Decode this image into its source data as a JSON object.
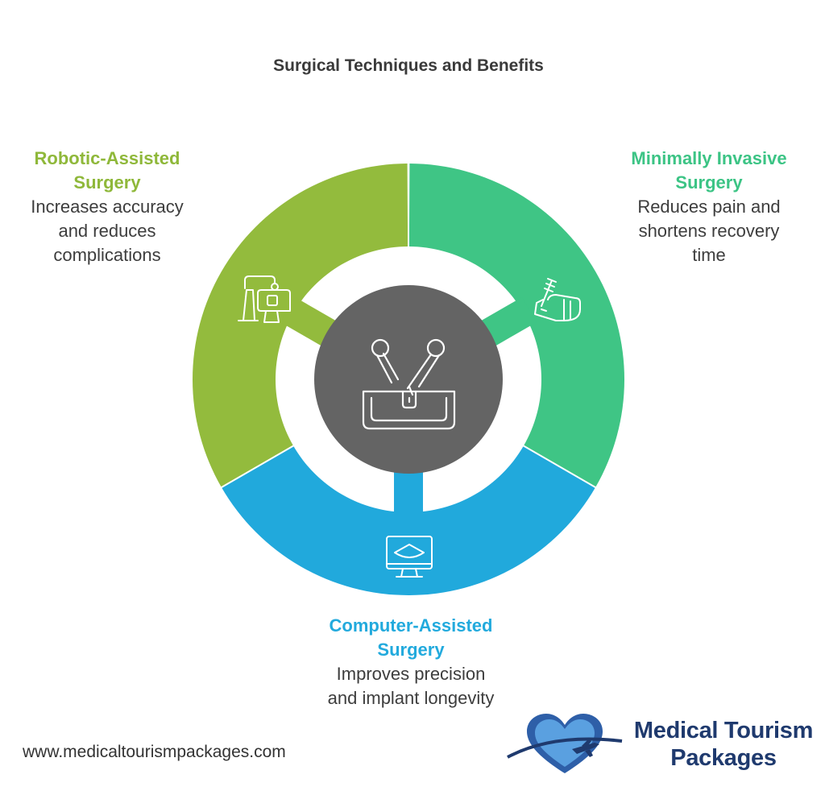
{
  "title": "Surgical Techniques and Benefits",
  "segments": {
    "robotic": {
      "title": "Robotic-Assisted Surgery",
      "description": "Increases accuracy and reduces complications",
      "color": "#93bb3d",
      "icon": "robotic-arm-icon"
    },
    "minimal": {
      "title": "Minimally Invasive Surgery",
      "description": "Reduces pain and shortens recovery time",
      "color": "#3fc585",
      "icon": "hand-syringe-icon"
    },
    "computer": {
      "title": "Computer-Assisted Surgery",
      "description": "Improves precision and implant longevity",
      "color": "#21a9dc",
      "icon": "monitor-scan-icon"
    }
  },
  "center": {
    "color": "#646464",
    "icon": "surgical-tools-icon"
  },
  "footer": {
    "url": "www.medicaltourismpackages.com",
    "logo_line1": "Medical Tourism",
    "logo_line2": "Packages"
  },
  "colors": {
    "logo_navy": "#1f3a6e",
    "logo_blue": "#4a8fd6"
  }
}
